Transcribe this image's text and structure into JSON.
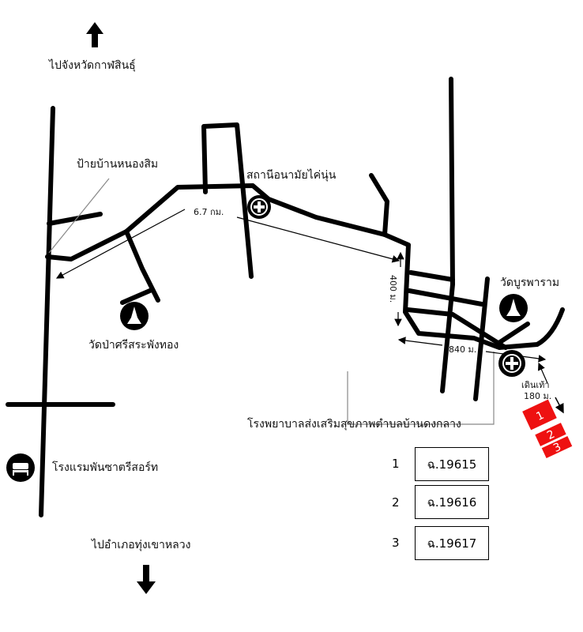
{
  "labels": {
    "to_kalasin": "ไปจังหวัดกาฬสินธุ์",
    "to_thung_khao_luang": "ไปอำเภอทุ่งเขาหลวง",
    "sign_nong_sim": "ป้ายบ้านหนองสิม",
    "health_station": "สถานีอนามัยไค่นุ่น",
    "wat_pa": "วัดป่าศรีสระพังทอง",
    "wat_burapharam": "วัดบูรพาราม",
    "hospital": "โรงพยาบาลส่งเสริมสุขภาพตำบลบ้านดงกลาง",
    "hotel": "โรงแรมพันซาตรีสอร์ท",
    "dist_67": "6.7 กม.",
    "dist_400": "400 ม.",
    "dist_840": "840 ม.",
    "walk": "เดินเท้า",
    "walk_dist": "180 ม."
  },
  "plots": [
    {
      "num": "1",
      "id": "ฉ.19615"
    },
    {
      "num": "2",
      "id": "ฉ.19616"
    },
    {
      "num": "3",
      "id": "ฉ.19617"
    }
  ],
  "colors": {
    "plot": "#ee1111"
  }
}
